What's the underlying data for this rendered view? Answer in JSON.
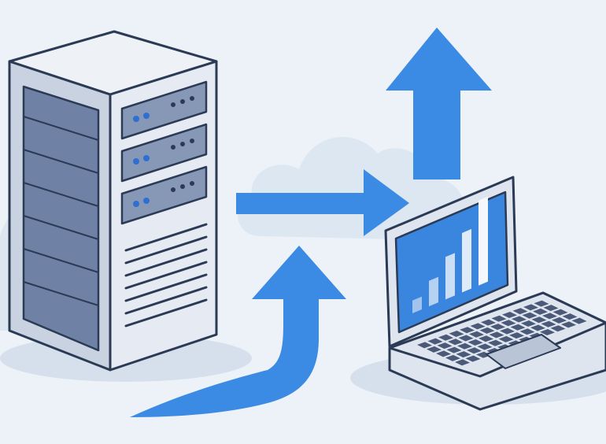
{
  "illustration": {
    "colors": {
      "background": "#edf2f8",
      "cloud": "#dde7f2",
      "outline": "#2b3a55",
      "server_side": "#c9d2e1",
      "server_front": "#e6ebf3",
      "server_top": "#eef1f6",
      "server_vent": "#6f82a5",
      "drive_bay": "#8797b6",
      "led": "#2f6fd1",
      "arrow": "#3b8ae4",
      "arrow_dark": "#2f76cf",
      "laptop_body": "#dfe5ee",
      "laptop_screen": "#3a86de",
      "screen_bar": "#f4f7fc",
      "key": "#4a5a78",
      "trackpad": "#b9c4d6",
      "shadow": "#d6e0ec"
    },
    "icons": {
      "server": "server-rack-icon",
      "laptop": "laptop-icon",
      "chart": "bar-chart-icon",
      "cloud": "cloud-icon",
      "arrow_up": "arrow-up-icon",
      "arrow_right": "arrow-right-icon",
      "arrow_curve": "arrow-curve-up-icon"
    },
    "screen_chart": {
      "levels": [
        0.15,
        0.3,
        0.5,
        0.7,
        1.0
      ]
    }
  }
}
